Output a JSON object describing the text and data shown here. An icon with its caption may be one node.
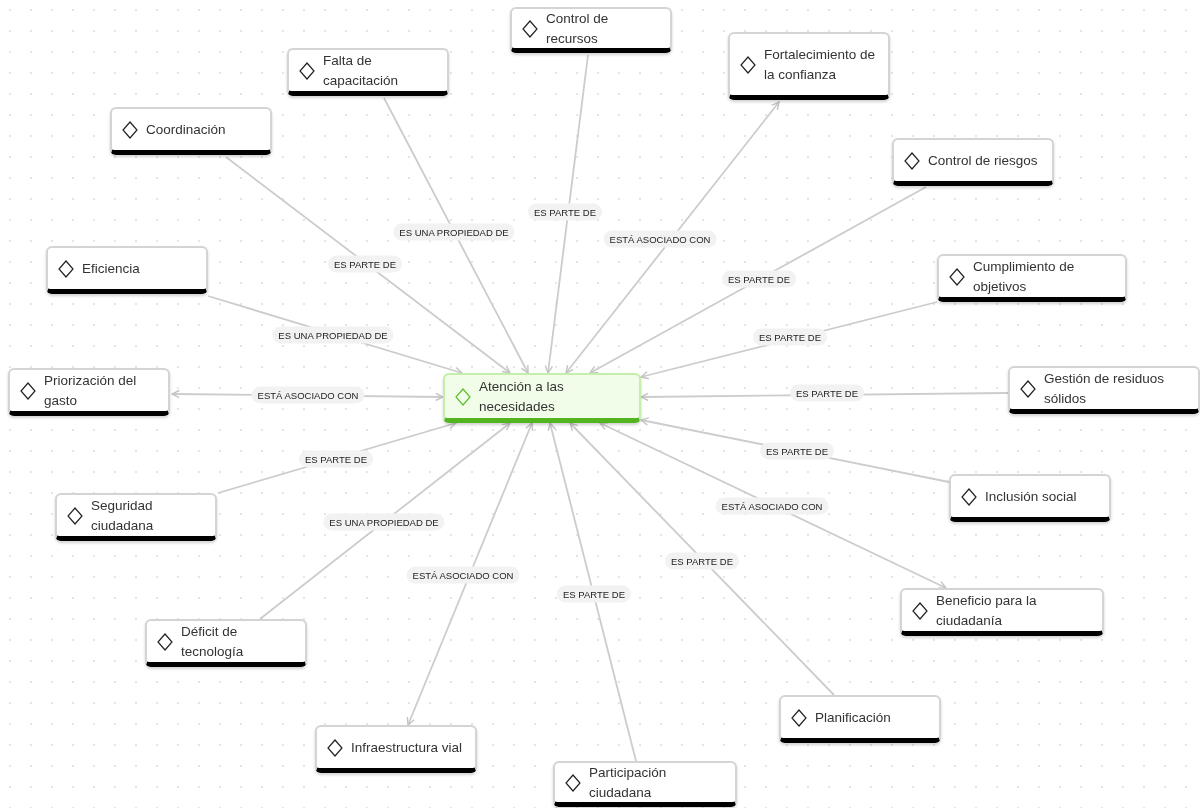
{
  "diagram": {
    "nodes": [
      {
        "text": [
          "Atención a las necesidades"
        ]
      },
      {
        "text": [
          "Control de recursos"
        ]
      },
      {
        "text": [
          "Falta de capacitación"
        ]
      },
      {
        "text": [
          "Coordinación"
        ]
      },
      {
        "text": [
          "Fortalecimiento de la confianza"
        ]
      },
      {
        "text": [
          "Control de riesgos"
        ]
      },
      {
        "text": [
          "Eficiencia"
        ]
      },
      {
        "text": [
          "Cumplimiento de objetivos"
        ]
      },
      {
        "text": [
          "Priorización del gasto"
        ]
      },
      {
        "text": [
          "Gestión de residuos sólidos"
        ]
      },
      {
        "text": [
          "Inclusión social"
        ]
      },
      {
        "text": [
          "Seguridad ciudadana"
        ]
      },
      {
        "text": [
          "Beneficio para la ciudadanía"
        ]
      },
      {
        "text": [
          "Déficit de tecnología"
        ]
      },
      {
        "text": [
          "Planificación"
        ]
      },
      {
        "text": [
          "Infraestructura vial"
        ]
      },
      {
        "text": [
          "Participación ciudadana"
        ]
      }
    ],
    "edges": [
      {
        "from": 1,
        "to": 0,
        "arrow": "to",
        "label": "ES PARTE DE"
      },
      {
        "from": 2,
        "to": 0,
        "arrow": "to",
        "label": "ES UNA PROPIEDAD DE"
      },
      {
        "from": 3,
        "to": 0,
        "arrow": "to",
        "label": "ES PARTE DE"
      },
      {
        "from": 0,
        "to": 4,
        "arrow": "both",
        "label": "ESTÁ ASOCIADO CON"
      },
      {
        "from": 5,
        "to": 0,
        "arrow": "to",
        "label": "ES PARTE DE"
      },
      {
        "from": 6,
        "to": 0,
        "arrow": "to",
        "label": "ES UNA PROPIEDAD DE"
      },
      {
        "from": 7,
        "to": 0,
        "arrow": "to",
        "label": "ES PARTE DE"
      },
      {
        "from": 0,
        "to": 8,
        "arrow": "both",
        "label": "ESTÁ ASOCIADO CON"
      },
      {
        "from": 9,
        "to": 0,
        "arrow": "to",
        "label": "ES PARTE DE"
      },
      {
        "from": 10,
        "to": 0,
        "arrow": "to",
        "label": "ES PARTE DE"
      },
      {
        "from": 11,
        "to": 0,
        "arrow": "to",
        "label": "ES PARTE DE"
      },
      {
        "from": 0,
        "to": 12,
        "arrow": "both",
        "label": "ESTÁ ASOCIADO CON"
      },
      {
        "from": 13,
        "to": 0,
        "arrow": "to",
        "label": "ES UNA PROPIEDAD DE"
      },
      {
        "from": 14,
        "to": 0,
        "arrow": "to",
        "label": "ES PARTE DE"
      },
      {
        "from": 0,
        "to": 15,
        "arrow": "both",
        "label": "ESTÁ ASOCIADO CON"
      },
      {
        "from": 16,
        "to": 0,
        "arrow": "to",
        "label": "ES PARTE DE"
      }
    ]
  }
}
